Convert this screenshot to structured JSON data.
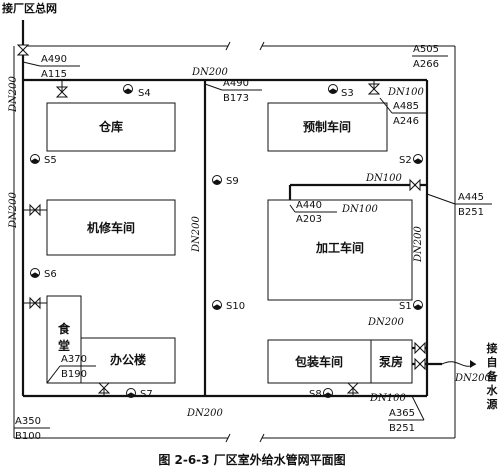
{
  "labels": {
    "main_inlet": "接厂区总网",
    "dn200": "DN200",
    "dn100": "DN100",
    "backup_inlet": [
      "接",
      "自",
      "备",
      "水",
      "源"
    ],
    "caption": "图 2-6-3    厂区室外给水管网平面图"
  },
  "buildings": {
    "warehouse": "仓库",
    "prefab": "预制车间",
    "repair": "机修车间",
    "processing": "加工车间",
    "canteen": [
      "食",
      "堂"
    ],
    "office": "办公楼",
    "packing": "包装车间",
    "pump_room": "泵房"
  },
  "hydrants": {
    "s1": "S1",
    "s2": "S2",
    "s3": "S3",
    "s4": "S4",
    "s5": "S5",
    "s6": "S6",
    "s7": "S7",
    "s8": "S8",
    "s9": "S9",
    "s10": "S10"
  },
  "elevations": {
    "a490": "A490",
    "a115": "A115",
    "b173": "B173",
    "a505": "A505",
    "a266": "A266",
    "a485": "A485",
    "a246": "A246",
    "a445": "A445",
    "b251": "B251",
    "a440": "A440",
    "a203": "A203",
    "a370": "A370",
    "b190": "B190",
    "a350": "A350",
    "b100": "B100",
    "a365": "A365"
  }
}
